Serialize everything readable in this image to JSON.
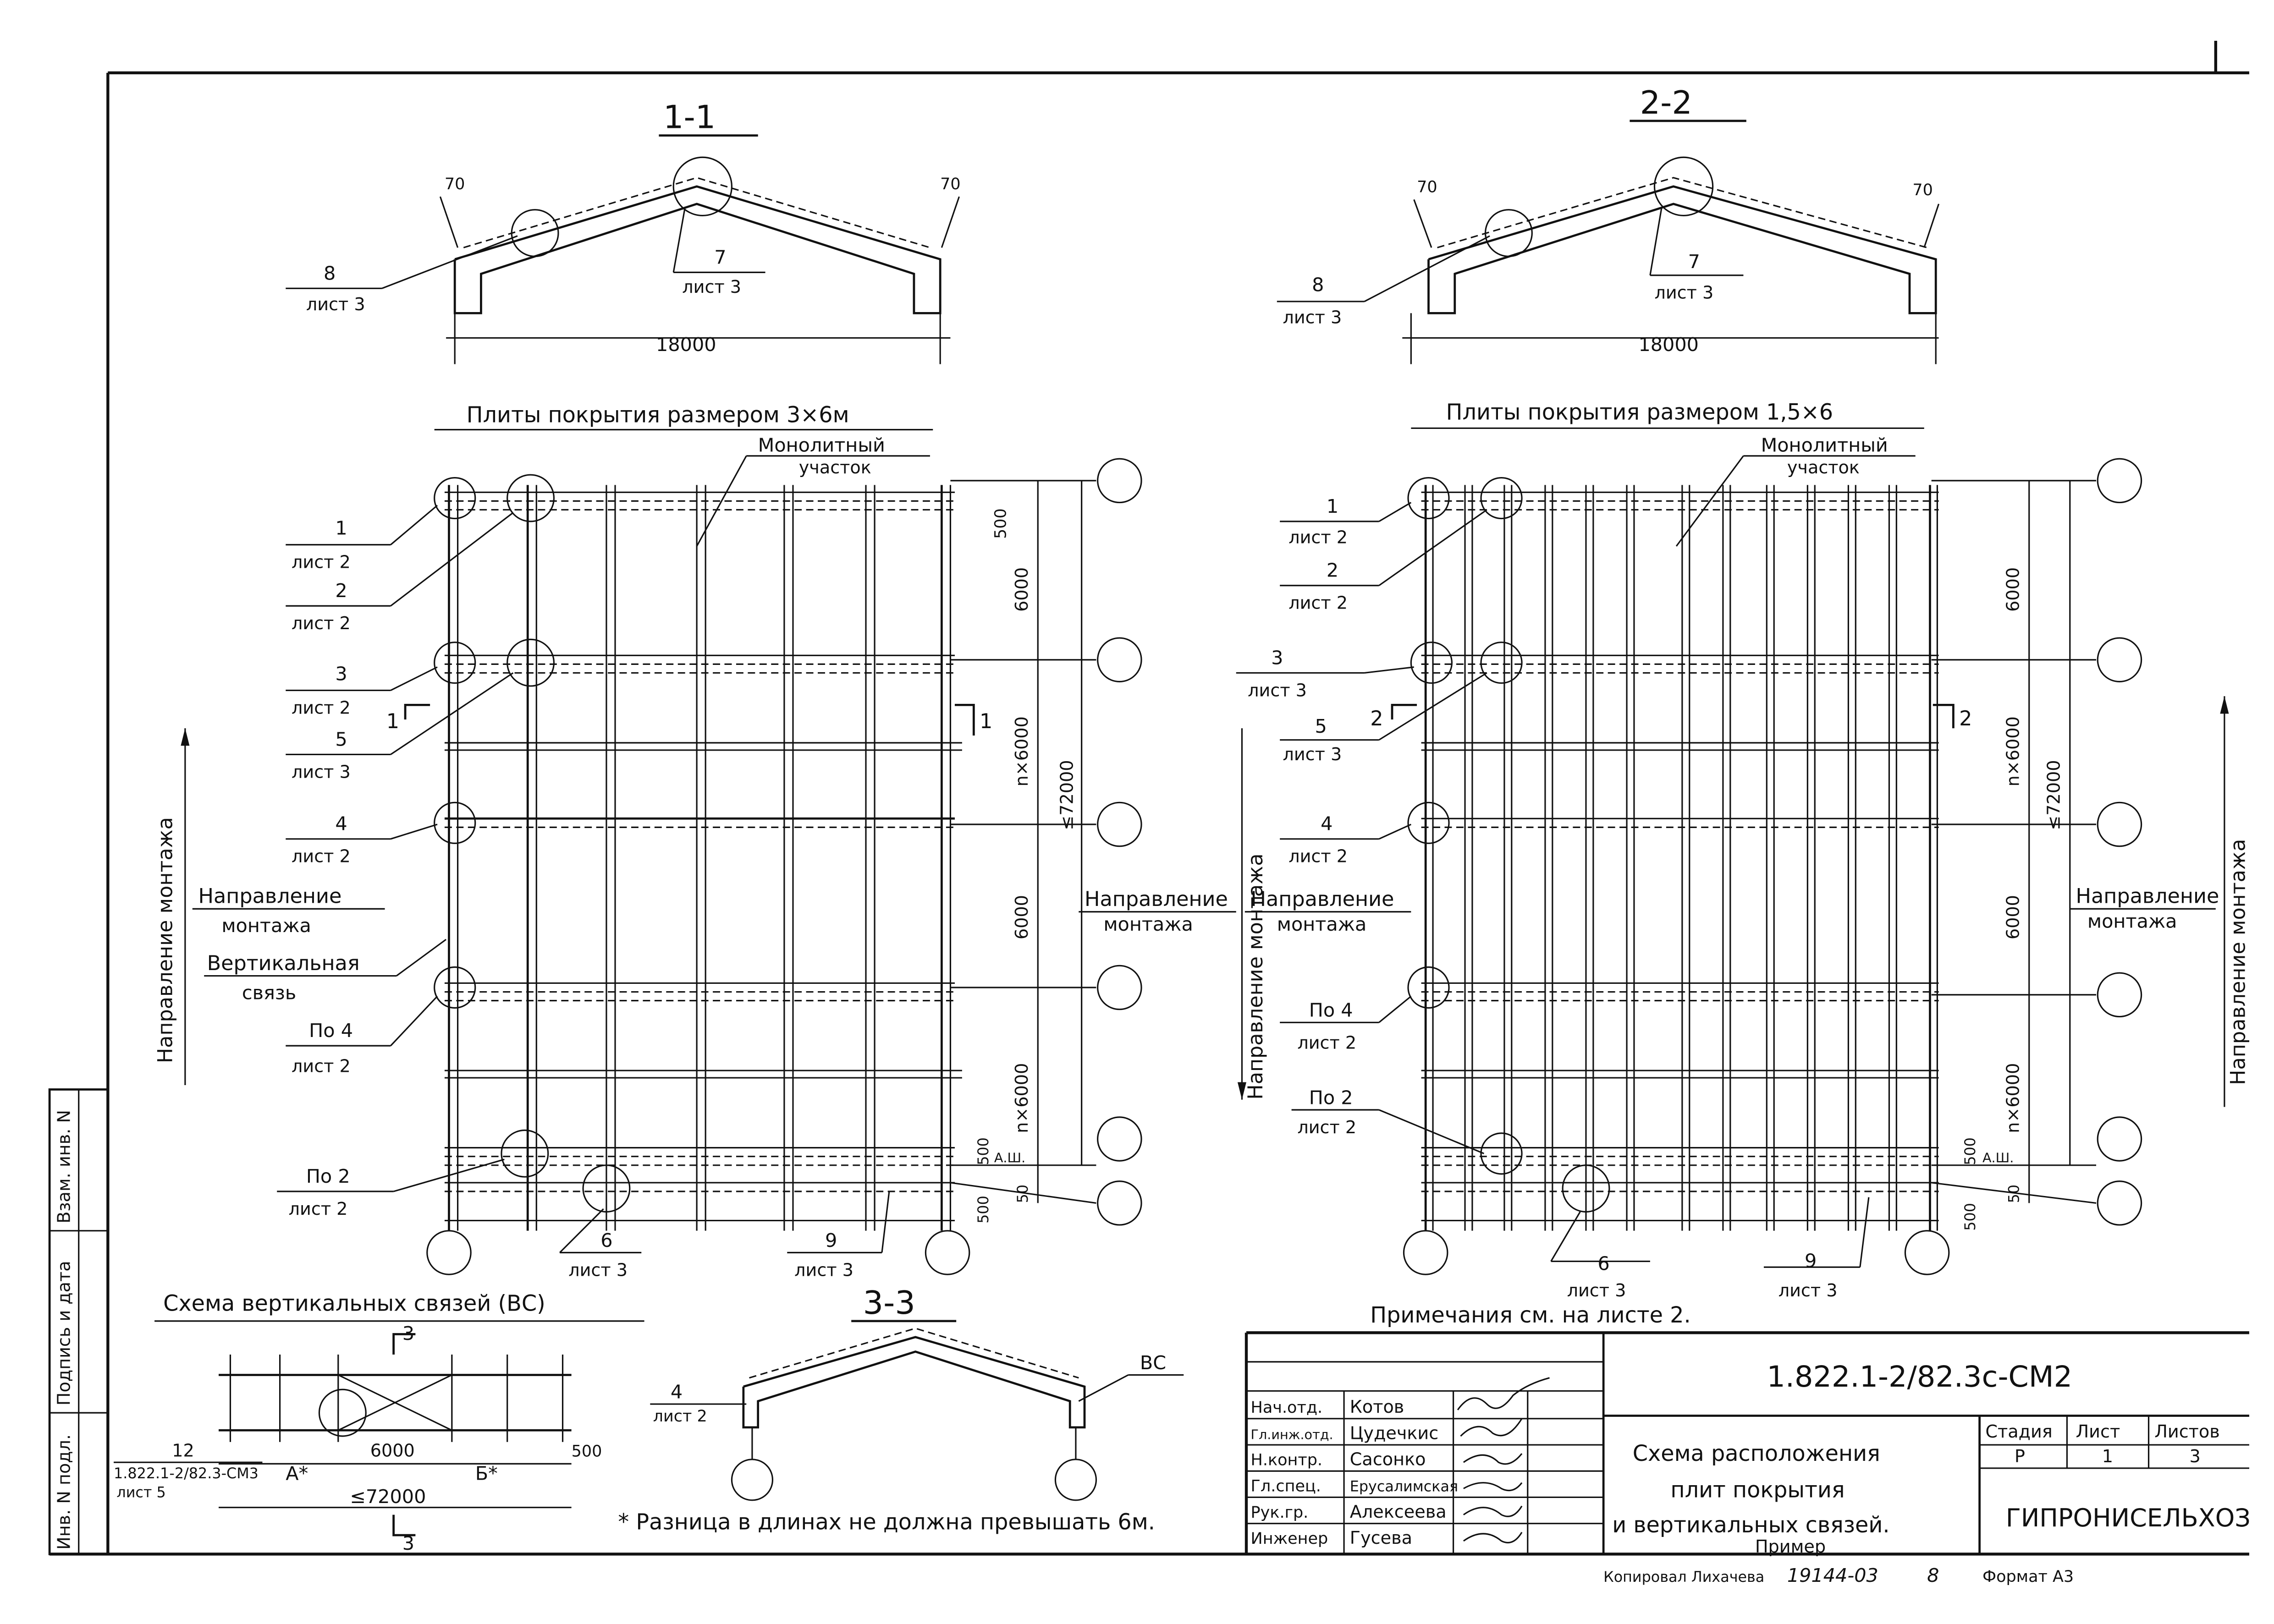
{
  "sections": {
    "s11": "1-1",
    "s22": "2-2",
    "s33": "3-3"
  },
  "section_views": {
    "left_callout_8": "8",
    "left_callout_8_sheet": "лист 3",
    "left_callout_7": "7",
    "left_callout_7_sheet": "лист 3",
    "left_dim_70a": "70",
    "left_dim_70b": "70",
    "left_span": "18000",
    "right_callout_8": "8",
    "right_callout_8_sheet": "лист 3",
    "right_callout_7": "7",
    "right_callout_7_sheet": "лист 3",
    "right_dim_70a": "70",
    "right_dim_70b": "70",
    "right_span": "18000"
  },
  "plans": {
    "left_title": "Плиты покрытия размером 3×6м",
    "right_title": "Плиты покрытия размером 1,5×6",
    "left_monolith": "Монолитный",
    "left_monolith2": "участок",
    "right_monolith": "Монолитный",
    "right_monolith2": "участок",
    "left_callouts": [
      {
        "num": "1",
        "sheet": "лист 2"
      },
      {
        "num": "2",
        "sheet": "лист 2"
      },
      {
        "num": "3",
        "sheet": "лист 2"
      },
      {
        "num": "5",
        "sheet": "лист 3"
      },
      {
        "num": "4",
        "sheet": "лист 2"
      },
      {
        "num": "По 4",
        "sheet": "лист 2"
      },
      {
        "num": "По 2",
        "sheet": "лист 2"
      }
    ],
    "right_callouts": [
      {
        "num": "1",
        "sheet": "лист 2"
      },
      {
        "num": "2",
        "sheet": "лист 2"
      },
      {
        "num": "3",
        "sheet": "лист 3"
      },
      {
        "num": "5",
        "sheet": "лист 3"
      },
      {
        "num": "4",
        "sheet": "лист 2"
      },
      {
        "num": "По 4",
        "sheet": "лист 2"
      },
      {
        "num": "По 2",
        "sheet": "лист 2"
      }
    ],
    "left_mount_dir": "Направление",
    "left_mount_dir2": "монтажа",
    "left_vertical_link": "Вертикальная",
    "left_vertical_link2": "связь",
    "mid_mount_a": "Направление",
    "mid_mount_a2": "монтажа",
    "mid_mount_b": "Направление",
    "mid_mount_b2": "монтажа",
    "right_mount_dir": "Направление",
    "right_mount_dir2": "монтажа",
    "vertical_mount_text": "Направление монтажа",
    "left_bottom_6": "6",
    "left_bottom_6_sheet": "лист 3",
    "left_bottom_9": "9",
    "left_bottom_9_sheet": "лист 3",
    "right_bottom_6": "6",
    "right_bottom_6_sheet": "лист 3",
    "right_bottom_9": "9",
    "right_bottom_9_sheet": "лист 3",
    "left_section_mark1": "1",
    "left_section_mark1b": "1",
    "right_section_mark2": "2",
    "right_section_mark2b": "2",
    "dims": {
      "d500a": "500",
      "d6000a": "6000",
      "dn6000a": "n×6000",
      "d72000": "≤72000",
      "d6000b": "6000",
      "dn6000b": "n×6000",
      "d500b": "500",
      "dash": "А.Ш.",
      "d50": "50",
      "d500c": "500"
    }
  },
  "vs_scheme": {
    "title": "Схема вертикальных связей (ВС)",
    "mark3": "3",
    "mark3b": "3",
    "ref12": "12",
    "ref_doc": "1.822.1-2/82.3-СМ3",
    "ref_sheet": "лист 5",
    "dim6000": "6000",
    "dim500": "500",
    "dim72000": "≤72000",
    "a_star": "А*",
    "b_star": "Б*"
  },
  "section33": {
    "callout4": "4",
    "callout4_sheet": "лист 2",
    "vs_label": "ВС"
  },
  "footnote": "* Разница в длинах не должна превышать 6м.",
  "notes": "Примечания см. на листе 2.",
  "title_block": {
    "doc_code": "1.822.1-2/82.3с-СМ2",
    "roles": [
      {
        "role": "Нач.отд.",
        "name": "Котов"
      },
      {
        "role": "Гл.инж.отд.",
        "name": "Цудечкис"
      },
      {
        "role": "Н.контр.",
        "name": "Сасонко"
      },
      {
        "role": "Гл.спец.",
        "name": "Ерусалимская"
      },
      {
        "role": "Рук.гр.",
        "name": "Алексеева"
      },
      {
        "role": "Инженер",
        "name": "Гусева"
      }
    ],
    "title_lines": [
      "Схема расположения",
      "плит покрытия",
      "и вертикальных связей.",
      "Пример"
    ],
    "stage_header": "Стадия",
    "sheet_header": "Лист",
    "sheets_header": "Листов",
    "stage": "Р",
    "sheet": "1",
    "sheets": "3",
    "org": "ГИПРОНИСЕЛЬХОЗ"
  },
  "side_stamp": {
    "inv": "Инв. N подл.",
    "sign": "Подпись и дата",
    "vzam": "Взам. инв. N"
  },
  "bottom": {
    "copied": "Копировал Лихачева",
    "num": "19144-03",
    "eight": "8",
    "format": "Формат А3"
  }
}
